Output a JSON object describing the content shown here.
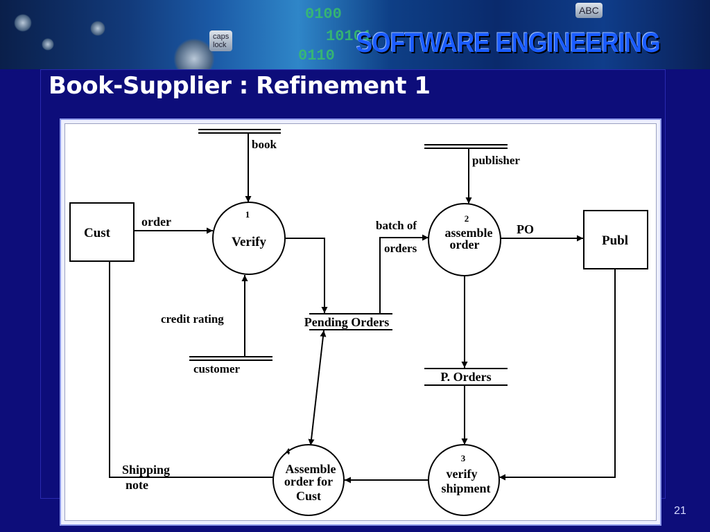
{
  "header": {
    "banner_title": "SOFTWARE ENGINEERING",
    "key_label_1": "caps",
    "key_label_2": "lock",
    "key_label_3": "ABC",
    "binary_1": "0100",
    "binary_2": "10101",
    "binary_3": "0110"
  },
  "slide": {
    "title": "Book-Supplier : Refinement 1",
    "page_number": "21"
  },
  "diagram": {
    "externals": {
      "cust": "Cust",
      "publ": "Publ"
    },
    "processes": [
      {
        "num": "1",
        "line1": "Verify",
        "line2": "",
        "line3": ""
      },
      {
        "num": "2",
        "line1": "assemble",
        "line2": "order",
        "line3": ""
      },
      {
        "num": "3",
        "line1": "verify",
        "line2": "shipment",
        "line3": ""
      },
      {
        "num": "4",
        "line1": "Assemble",
        "line2": "order for",
        "line3": "Cust"
      }
    ],
    "stores": {
      "book": "book",
      "publisher": "publisher",
      "pending_orders": "Pending Orders",
      "customer": "customer",
      "p_orders": "P. Orders"
    },
    "flows": {
      "order": "order",
      "credit_rating": "credit rating",
      "batch_of": "batch of",
      "orders": "orders",
      "po": "PO",
      "shipping": "Shipping",
      "note": "note"
    }
  }
}
